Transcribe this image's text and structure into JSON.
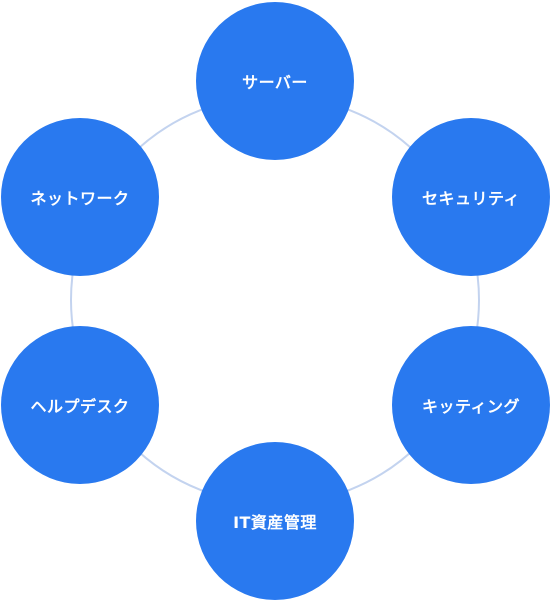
{
  "colors": {
    "node_fill": "#2979ef",
    "ring_stroke": "#c3d3ef",
    "label": "#ffffff"
  },
  "nodes": [
    {
      "id": "server",
      "label": "サーバー"
    },
    {
      "id": "security",
      "label": "セキュリティ"
    },
    {
      "id": "kitting",
      "label": "キッティング"
    },
    {
      "id": "itam",
      "label": "IT資産管理"
    },
    {
      "id": "helpdesk",
      "label": "ヘルプデスク"
    },
    {
      "id": "network",
      "label": "ネットワーク"
    }
  ]
}
